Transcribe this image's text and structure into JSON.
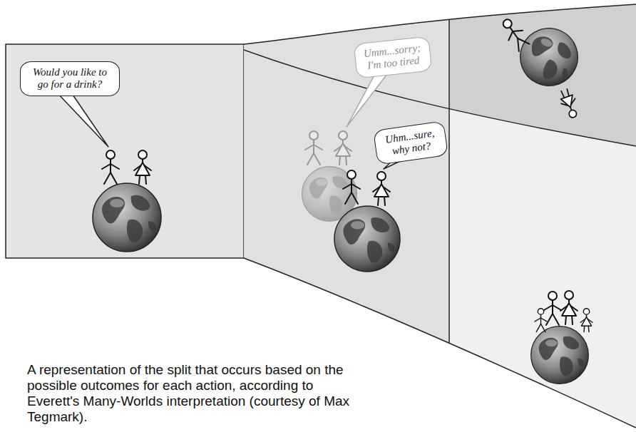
{
  "diagram": {
    "caption": "A representation of the split that occurs based on the possible outcomes for each action, according to Everett's Many-Worlds interpretation (courtesy of Max Tegmark).",
    "nodes": [
      {
        "text": [
          "Would you like to go for a drink?"
        ]
      },
      {
        "text": [
          "Umm...sorry; I'm too tired"
        ]
      },
      {
        "text": [
          "Uhm...sure, why not?"
        ]
      }
    ]
  }
}
